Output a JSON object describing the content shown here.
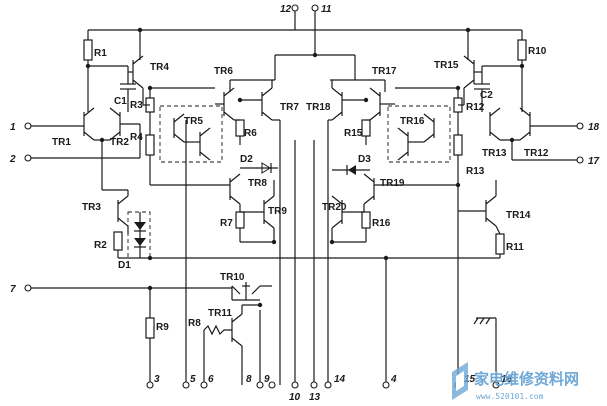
{
  "pins": {
    "p1": "1",
    "p2": "2",
    "p3": "3",
    "p4": "4",
    "p5": "5",
    "p6": "6",
    "p7": "7",
    "p8": "8",
    "p9": "9",
    "p10": "10",
    "p11": "11",
    "p12": "12",
    "p13": "13",
    "p14": "14",
    "p15": "15",
    "p16": "16",
    "p17": "17",
    "p18": "18"
  },
  "transistors": {
    "tr1": "TR1",
    "tr2": "TR2",
    "tr3": "TR3",
    "tr4": "TR4",
    "tr5": "TR5",
    "tr6": "TR6",
    "tr7": "TR7",
    "tr8": "TR8",
    "tr9": "TR9",
    "tr10": "TR10",
    "tr11": "TR11",
    "tr12": "TR12",
    "tr13": "TR13",
    "tr14": "TR14",
    "tr15": "TR15",
    "tr16": "TR16",
    "tr17": "TR17",
    "tr18": "TR18",
    "tr19": "TR19",
    "tr20": "TR20"
  },
  "resistors": {
    "r1": "R1",
    "r2": "R2",
    "r3": "R3",
    "r4": "R4",
    "r6": "R6",
    "r7": "R7",
    "r8": "R8",
    "r9": "R9",
    "r10": "R10",
    "r11": "R11",
    "r12": "R12",
    "r13": "R13",
    "r15": "R15",
    "r16": "R16"
  },
  "capacitors": {
    "c1": "C1",
    "c2": "C2"
  },
  "diodes": {
    "d1": "D1",
    "d2": "D2",
    "d3": "D3"
  },
  "watermark": {
    "text": "家电维修资料网",
    "url": "www.520101.com"
  }
}
